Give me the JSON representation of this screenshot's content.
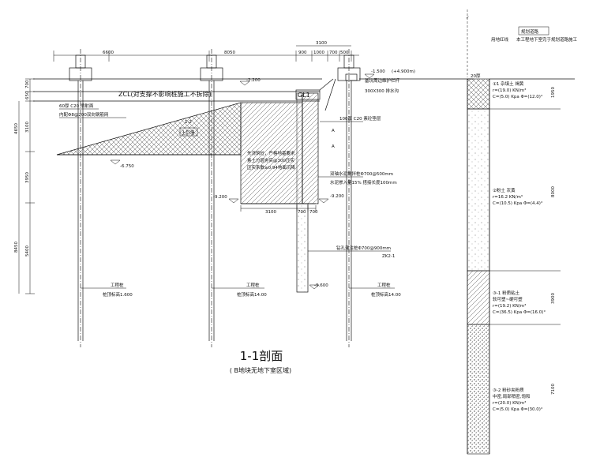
{
  "colors": {
    "ink": "#111111",
    "paper": "#ffffff"
  },
  "title": {
    "main": "1-1剖面",
    "sub": "( B地块无地下室区域)"
  },
  "top_dims": {
    "d6600": "6600",
    "d8050": "8050",
    "d3100": "3100",
    "d900": "900",
    "d1000": "1000",
    "d700": "700",
    "d500": "500"
  },
  "left_dims": {
    "d700": "700",
    "d650": "650",
    "d4650": "4650",
    "d3100": "3100",
    "d3950": "3950",
    "d8450": "8450",
    "d5400": "5400"
  },
  "levels": {
    "e2200": "-2.200",
    "e1500": "-1.500",
    "e4900": "(+4.900m)",
    "e6750": "-6.750",
    "e9200a": "-9.200",
    "e9200b": "-9.200",
    "e9600": "-9.600"
  },
  "labels": {
    "zcl": "ZCL(对支撑不影响桩施工不拆除)",
    "mesh": "60厚 C20 喷射面",
    "rebar": "内配Φ8@200双向钢筋网",
    "soilnail": "土钉墙",
    "gl1": "GL1",
    "fence": "基坑周边维护栏杆",
    "drain": "300X300 排水沟",
    "cushion": "100厚  C20 素砼垫层",
    "fill_a": "先浇筑砼，严格地基要求",
    "fill_b": "素土分层夯实@300压实",
    "fill_c": "压实系数≥0.94地面沉降",
    "jet": "双轴水泥搅拌桩Φ700@500mm",
    "cement": "水泥掺入量15% 搭接长度100mm",
    "bore": "钻孔灌注桩Φ700@900mm",
    "zk": "ZK2-1",
    "pileA": "工程桩",
    "pileAlen": "桩顶标高1.600",
    "pileB": "工程桩",
    "pileBlen": "桩顶标高14.00",
    "pileC": "工程桩",
    "pileClen": "桩顶标高14.00",
    "dim3100": "3100",
    "dim700a": "700",
    "dim700b": "700",
    "slope": "1:2",
    "markA": "A",
    "markB": "A"
  },
  "right_header": {
    "box": "规划道路",
    "redline": "用地红线",
    "note": "本工程地下室完于规划道路施工",
    "grade": "20厚"
  },
  "strata": [
    {
      "name": "①1 杂填土 褐黄",
      "gamma": "r=(19.0) KN/m³",
      "c": "C=(5.0) Kpa Φ=(12.0)°",
      "thk": "1950"
    },
    {
      "name": "②粉土 灰黄",
      "gamma": "r=16.2 KN/m³",
      "c": "C=(10.5) Kpa Φ=(4.4)°",
      "thk": "8000"
    },
    {
      "name": "③-1 粉质粘土",
      "sub": "软可塑~硬可塑",
      "gamma": "r=(19.2) KN/m³",
      "c": "C=(36.5) Kpa Φ=(16.0)°",
      "thk": "3900"
    },
    {
      "name": "③-2 粉砂夹粉质",
      "sub": "中密,局部稍密,饱和",
      "gamma": "r=(20.0) KN/m³",
      "c": "C=(5.0) Kpa Φ=(30.0)°",
      "thk": "7100"
    }
  ]
}
